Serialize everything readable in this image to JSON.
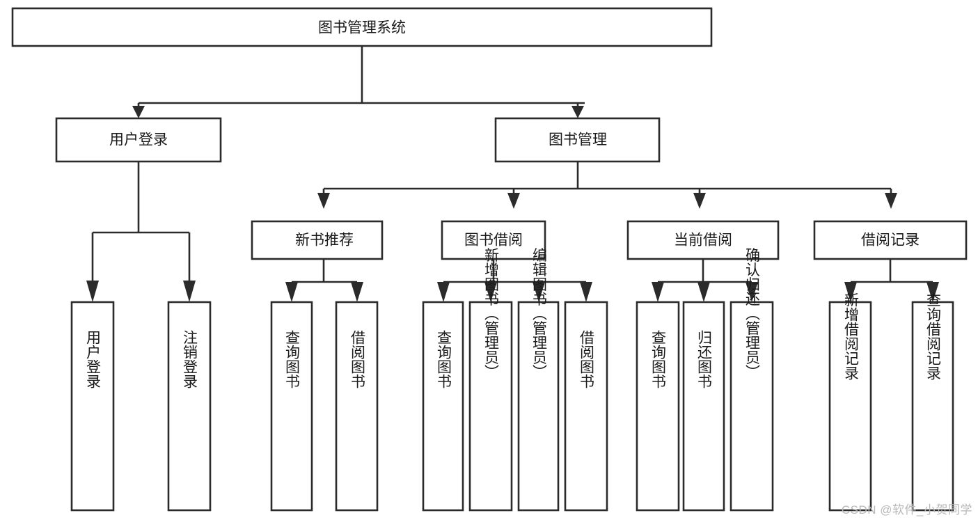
{
  "diagram": {
    "type": "tree-hierarchy-diagram",
    "title": "图书管理系统",
    "watermark": "CSDN @软件_小贺同学",
    "colors": {
      "stroke": "#2b2b2b",
      "fill": "#ffffff",
      "text": "#1a1a1a",
      "watermark": "#b8b8b8",
      "background": "#ffffff"
    },
    "levels": {
      "root": {
        "label": "图书管理系统"
      },
      "level2": [
        {
          "label": "用户登录"
        },
        {
          "label": "图书管理"
        }
      ],
      "level3": [
        {
          "label": "新书推荐"
        },
        {
          "label": "图书借阅"
        },
        {
          "label": "当前借阅"
        },
        {
          "label": "借阅记录"
        }
      ],
      "leaves": {
        "user_login": [
          {
            "label": "用户登录"
          },
          {
            "label": "注销登录"
          }
        ],
        "new_book_recommend": [
          {
            "label": "查询图书"
          },
          {
            "label": "借阅图书"
          }
        ],
        "book_borrow": [
          {
            "label": "查询图书"
          },
          {
            "label": "新增图书（管理员）"
          },
          {
            "label": "编辑图书（管理员）"
          },
          {
            "label": "借阅图书"
          }
        ],
        "current_borrow": [
          {
            "label": "查询图书"
          },
          {
            "label": "归还图书"
          },
          {
            "label": "确认归还（管理员）"
          }
        ],
        "borrow_record": [
          {
            "label": "新增借阅记录"
          },
          {
            "label": "查询借阅记录"
          }
        ]
      }
    },
    "edges": [
      {
        "from": "图书管理系统",
        "to": "用户登录"
      },
      {
        "from": "图书管理系统",
        "to": "图书管理"
      },
      {
        "from": "图书管理",
        "to": "新书推荐"
      },
      {
        "from": "图书管理",
        "to": "图书借阅"
      },
      {
        "from": "图书管理",
        "to": "当前借阅"
      },
      {
        "from": "图书管理",
        "to": "借阅记录"
      },
      {
        "from": "用户登录",
        "to": "用户登录"
      },
      {
        "from": "用户登录",
        "to": "注销登录"
      },
      {
        "from": "新书推荐",
        "to": "查询图书"
      },
      {
        "from": "新书推荐",
        "to": "借阅图书"
      },
      {
        "from": "图书借阅",
        "to": "查询图书"
      },
      {
        "from": "图书借阅",
        "to": "新增图书（管理员）"
      },
      {
        "from": "图书借阅",
        "to": "编辑图书（管理员）"
      },
      {
        "from": "图书借阅",
        "to": "借阅图书"
      },
      {
        "from": "当前借阅",
        "to": "查询图书"
      },
      {
        "from": "当前借阅",
        "to": "归还图书"
      },
      {
        "from": "当前借阅",
        "to": "确认归还（管理员）"
      },
      {
        "from": "借阅记录",
        "to": "新增借阅记录"
      },
      {
        "from": "借阅记录",
        "to": "查询借阅记录"
      }
    ]
  }
}
